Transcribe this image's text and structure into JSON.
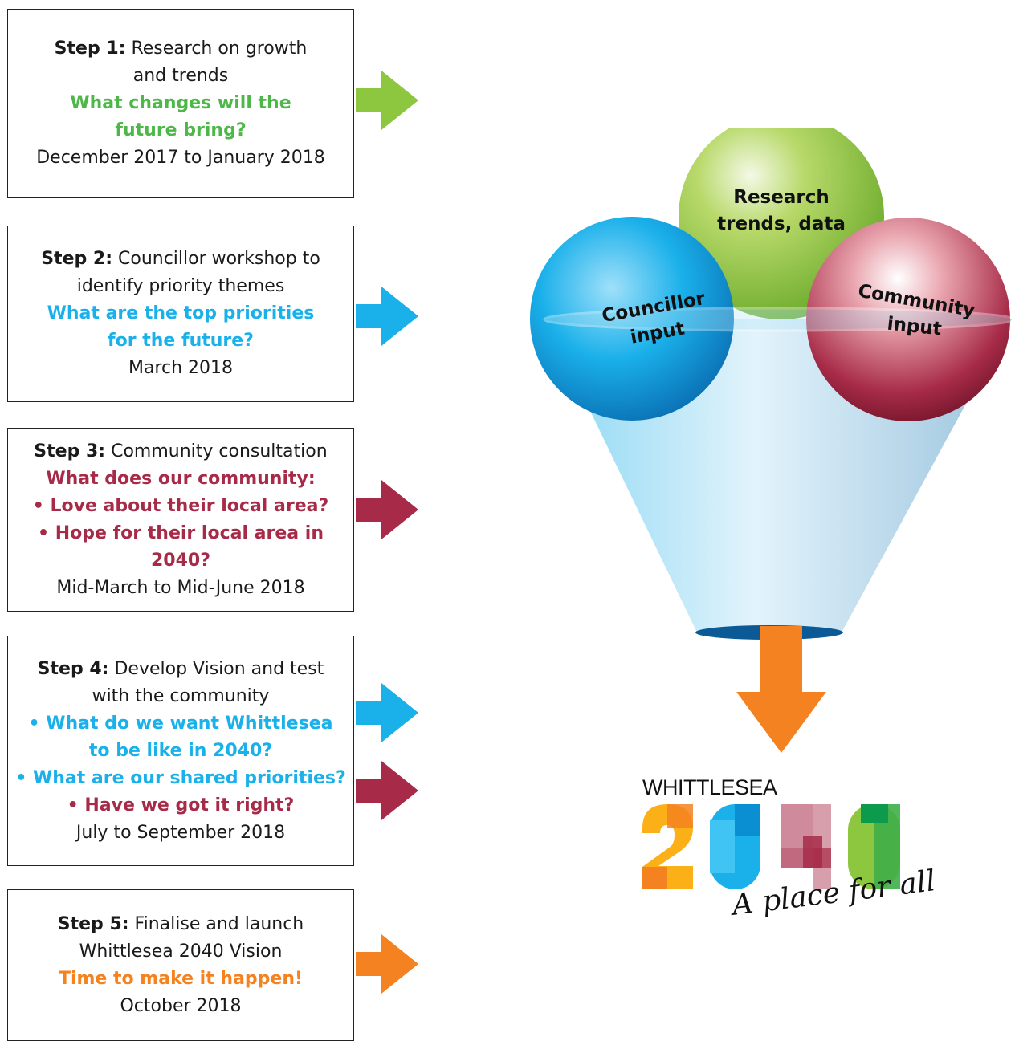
{
  "steps": [
    {
      "label": "Step 1:",
      "lines": [
        {
          "text": "Research on growth",
          "style": "normal"
        },
        {
          "text": "and trends",
          "style": "normal"
        },
        {
          "text": "What changes will the",
          "style": "highlight"
        },
        {
          "text": "future bring?",
          "style": "highlight"
        },
        {
          "text": "December 2017 to January 2018",
          "style": "normal"
        }
      ],
      "color": "#4db848"
    },
    {
      "label": "Step 2:",
      "lines": [
        {
          "text": "Councillor workshop to",
          "style": "normal"
        },
        {
          "text": "identify priority themes",
          "style": "normal"
        },
        {
          "text": "What are the top priorities",
          "style": "highlight"
        },
        {
          "text": "for the future?",
          "style": "highlight"
        },
        {
          "text": "March 2018",
          "style": "normal"
        }
      ],
      "color": "#1ab0ea"
    },
    {
      "label": "Step 3:",
      "lines": [
        {
          "text": "Community consultation",
          "style": "normal"
        },
        {
          "text": "What does our community:",
          "style": "highlight"
        },
        {
          "text": "• Love about their local area?",
          "style": "highlight"
        },
        {
          "text": "• Hope for their local area in 2040?",
          "style": "highlight"
        },
        {
          "text": "Mid-March to Mid-June 2018",
          "style": "normal"
        }
      ],
      "color": "#a72b48"
    },
    {
      "label": "Step 4:",
      "lines": [
        {
          "text": "Develop Vision and test",
          "style": "normal"
        },
        {
          "text": "with the community",
          "style": "normal"
        },
        {
          "text": "• What do we want Whittlesea",
          "style": "highlight"
        },
        {
          "text": "to be like in 2040?",
          "style": "highlight"
        },
        {
          "text": "• What are our shared priorities?",
          "style": "highlight"
        },
        {
          "text": "• Have we got it right?",
          "style": "highlight2"
        },
        {
          "text": "July to September 2018",
          "style": "normal"
        }
      ],
      "color": "#1ab0ea",
      "color2": "#a72b48"
    },
    {
      "label": "Step 5:",
      "lines": [
        {
          "text": "Finalise and launch",
          "style": "normal"
        },
        {
          "text": "Whittlesea 2040 Vision",
          "style": "normal"
        },
        {
          "text": "Time to make it happen!",
          "style": "highlight"
        },
        {
          "text": "October 2018",
          "style": "normal"
        }
      ],
      "color": "#f58220"
    }
  ],
  "funnel": {
    "research": [
      "Research",
      "trends, data"
    ],
    "councillor": [
      "Councillor",
      "input"
    ],
    "community": [
      "Community",
      "input"
    ]
  },
  "logo": {
    "word": "WHITTLESEA",
    "tagline": "A place for all",
    "number": "2040"
  },
  "colors": {
    "green": "#8dc63f",
    "blue": "#1ab0ea",
    "maroon": "#a72b48",
    "orange": "#f58220"
  }
}
